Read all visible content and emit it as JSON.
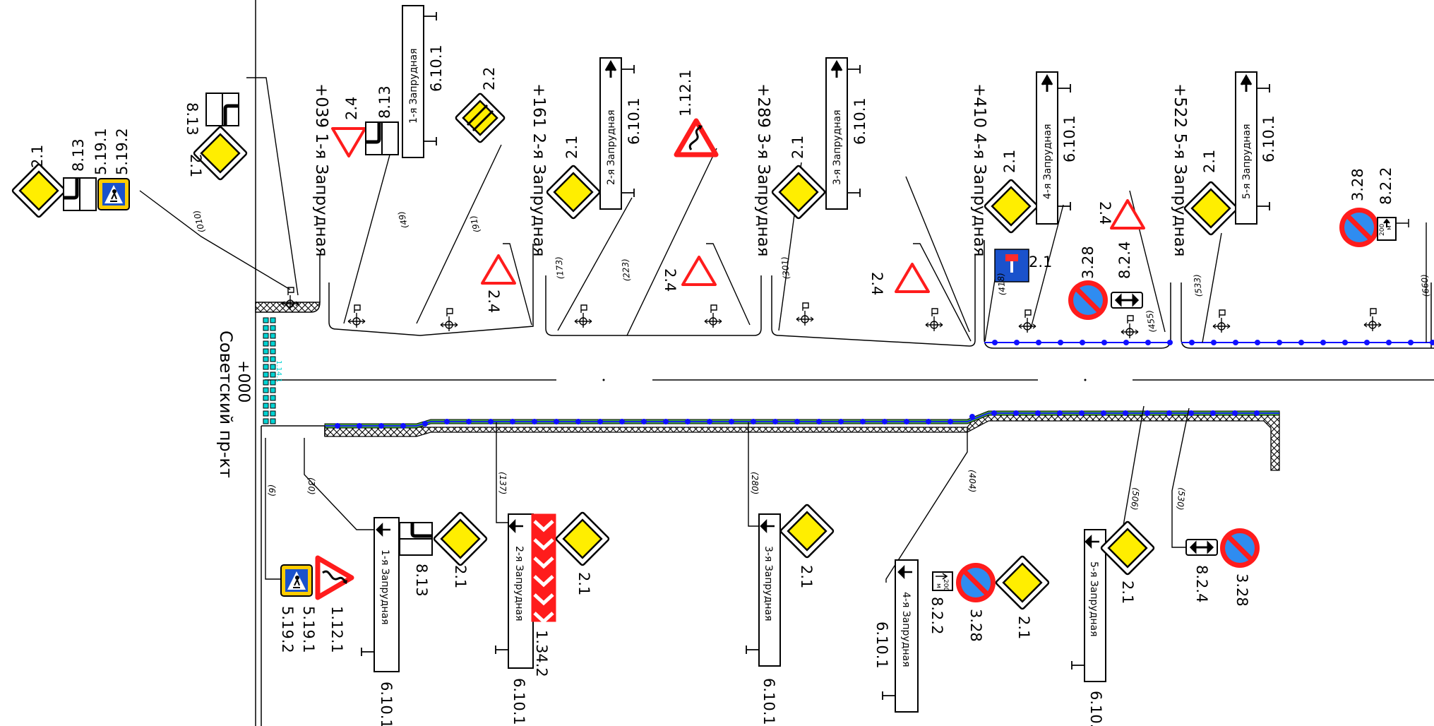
{
  "colors": {
    "priority_fill": "#ffee00",
    "warning_red": "#ff1c1c",
    "info_blue": "#1a52cc",
    "prohib_blue": "#2f8cf0",
    "lamp_blue": "#1010ff",
    "verge_green": "#49b33c",
    "crosswalk_cyan": "#00d4d4"
  },
  "roads": {
    "main_street": "Советский пр-кт",
    "main_station": "+000",
    "crosswalk_label": "1.14.1",
    "branch_1": "+039 1-я Запрудная",
    "branch_2": "+161 2-я Запрудная",
    "branch_3": "+289 3-я Запрудная",
    "branch_4": "+410 4-я Запрудная",
    "branch_5": "+522 5-я Запрудная"
  },
  "codes": {
    "priority": "2.1",
    "approach_priority": "2.2",
    "give_way": "2.4",
    "crossroad_plate": "8.13",
    "crosswalk_a": "5.19.1",
    "crosswalk_b": "5.19.2",
    "bends": "1.12.1",
    "direction_board": "6.10.1",
    "chevrons": "1.34.2",
    "no_stopping": "3.28",
    "distance_plate": "8.2.2",
    "zone_plate": "8.2.4"
  },
  "boards": {
    "street_1": "1-я Запрудная",
    "street_2": "2-я Запрудная",
    "street_3": "3-я Запрудная",
    "street_4": "4-я Запрудная",
    "street_5": "5-я Запрудная",
    "distance_value": "200",
    "distance_unit": "м"
  },
  "chainage": {
    "c010": "(010)",
    "c049": "(49)",
    "c091": "(91)",
    "c173": "(173)",
    "c223": "(223)",
    "c301": "(301)",
    "c418": "(418)",
    "c455": "(455)",
    "c533": "(533)",
    "c660": "(660)",
    "c006": "(6)",
    "c030": "(30)",
    "c137": "(137)",
    "c280": "(280)",
    "c404": "(404)",
    "c506": "(506)",
    "c530": "(530)"
  }
}
